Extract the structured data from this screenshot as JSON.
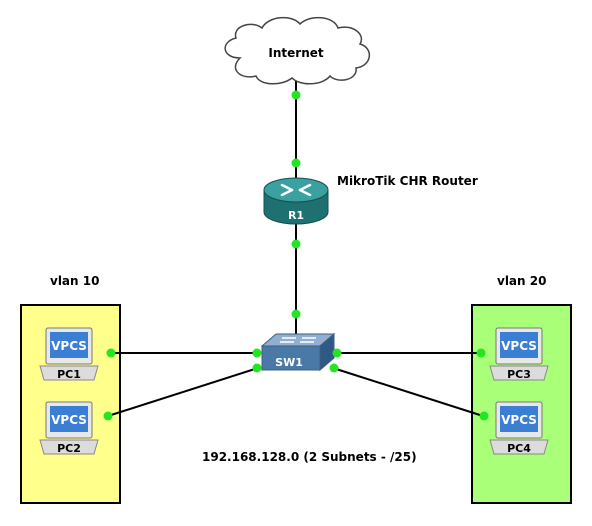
{
  "cloud": {
    "label": "Internet"
  },
  "router": {
    "id": "R1",
    "description": "MikroTik CHR Router"
  },
  "switch": {
    "id": "SW1"
  },
  "zones": [
    {
      "label": "vlan 10",
      "color": "#ffff8c"
    },
    {
      "label": "vlan 20",
      "color": "#aaff78"
    }
  ],
  "hosts": [
    {
      "badge": "VPCS",
      "name": "PC1"
    },
    {
      "badge": "VPCS",
      "name": "PC2"
    },
    {
      "badge": "VPCS",
      "name": "PC3"
    },
    {
      "badge": "VPCS",
      "name": "PC4"
    }
  ],
  "subnet_note": "192.168.128.0 (2 Subnets - /25)",
  "colors": {
    "link": "#000000",
    "port_dot": "#22e622",
    "router": "#2a8a8a",
    "switch": "#5a86b0"
  }
}
